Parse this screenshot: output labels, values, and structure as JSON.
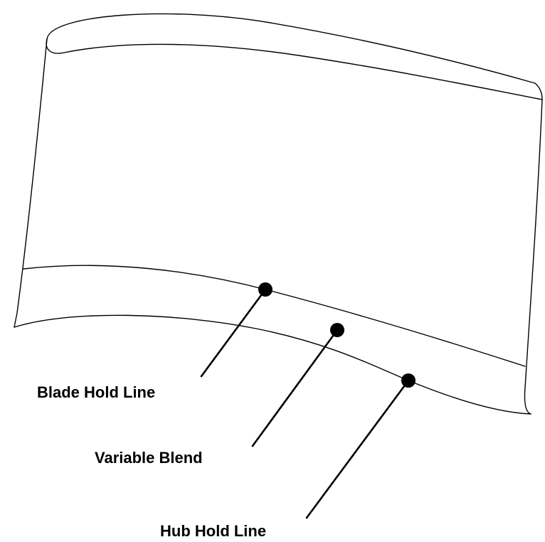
{
  "diagram": {
    "labels": {
      "blade_hold_line": "Blade Hold Line",
      "variable_blend": "Variable Blend",
      "hub_hold_line": "Hub Hold Line"
    },
    "colors": {
      "stroke": "#000000",
      "background": "#ffffff"
    }
  }
}
